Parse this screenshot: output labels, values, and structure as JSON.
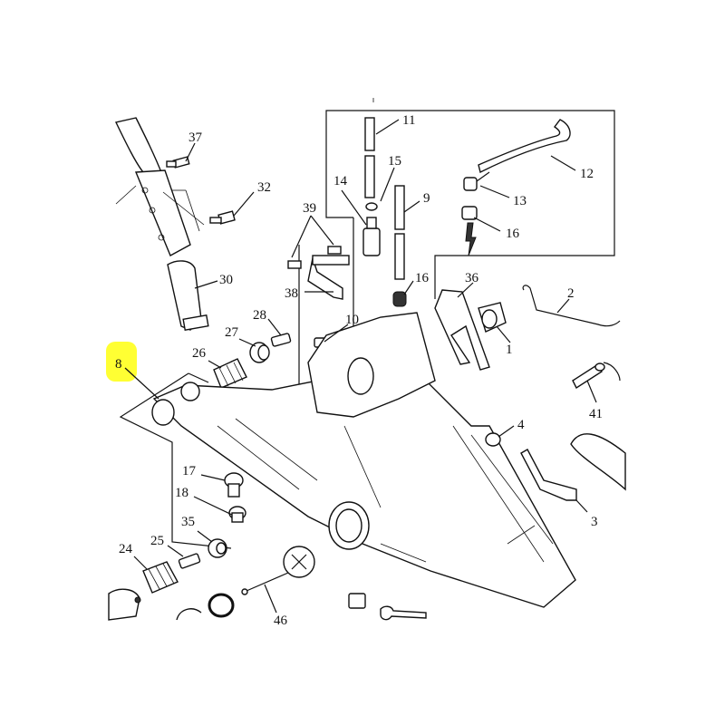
{
  "highlight_color": "#ffff33",
  "callouts": [
    {
      "id": "37",
      "text": "37"
    },
    {
      "id": "32",
      "text": "32"
    },
    {
      "id": "30",
      "text": "30"
    },
    {
      "id": "39",
      "text": "39"
    },
    {
      "id": "38",
      "text": "38"
    },
    {
      "id": "14",
      "text": "14"
    },
    {
      "id": "11",
      "text": "11"
    },
    {
      "id": "15",
      "text": "15"
    },
    {
      "id": "9",
      "text": "9"
    },
    {
      "id": "12",
      "text": "12"
    },
    {
      "id": "13",
      "text": "13"
    },
    {
      "id": "16a",
      "text": "16"
    },
    {
      "id": "16b",
      "text": "16"
    },
    {
      "id": "36",
      "text": "36"
    },
    {
      "id": "2",
      "text": "2"
    },
    {
      "id": "1",
      "text": "1"
    },
    {
      "id": "10",
      "text": "10"
    },
    {
      "id": "28",
      "text": "28"
    },
    {
      "id": "27",
      "text": "27"
    },
    {
      "id": "26",
      "text": "26"
    },
    {
      "id": "8",
      "text": "8"
    },
    {
      "id": "41",
      "text": "41"
    },
    {
      "id": "4",
      "text": "4"
    },
    {
      "id": "3",
      "text": "3"
    },
    {
      "id": "17",
      "text": "17"
    },
    {
      "id": "18",
      "text": "18"
    },
    {
      "id": "35",
      "text": "35"
    },
    {
      "id": "24",
      "text": "24"
    },
    {
      "id": "25",
      "text": "25"
    },
    {
      "id": "46",
      "text": "46"
    }
  ]
}
